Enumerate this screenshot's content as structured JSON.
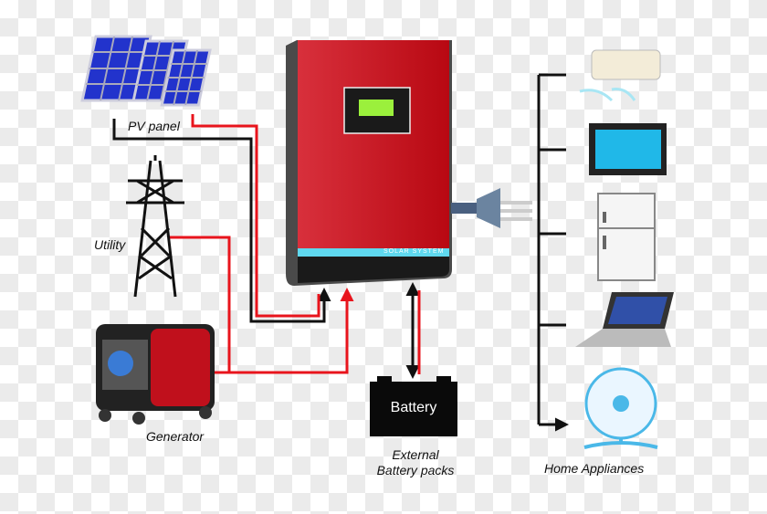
{
  "labels": {
    "pv_panel": "PV panel",
    "utility": "Utility",
    "generator": "Generator",
    "battery": "Battery",
    "external_battery_line1": "External",
    "external_battery_line2": "Battery packs",
    "home_appliances": "Home Appliances",
    "inverter_brand": "SOLAR SYSTEM"
  },
  "appliances": [
    "air-conditioner",
    "television",
    "refrigerator",
    "laptop",
    "fan"
  ],
  "colors": {
    "inverter_red": "#c0101c",
    "accent_cyan": "#5fd8ee",
    "wire_red": "#e8141c",
    "wire_black": "#111111",
    "lcd_green": "#9bf03c"
  }
}
